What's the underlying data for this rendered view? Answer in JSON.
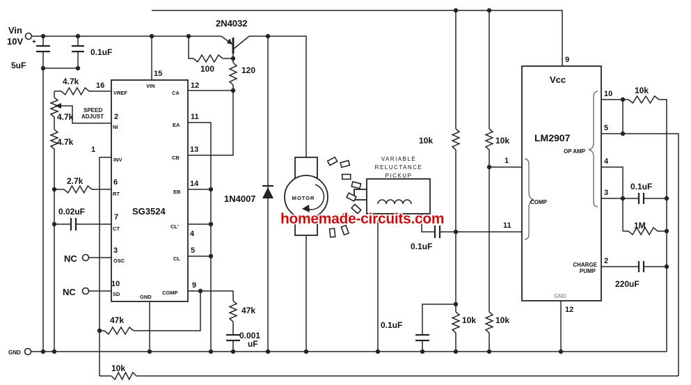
{
  "watermark": "homemade-circuits.com",
  "terminals": {
    "vin_name": "Vin",
    "vin_voltage": "10V",
    "gnd": "GND",
    "nc1": "NC",
    "nc2": "NC"
  },
  "parts": {
    "c_input_bulk": "5uF",
    "c_input_plus": "+",
    "c_input_bypass": "0.1uF",
    "r_vref": "4.7k",
    "r_pot": "4.7k",
    "r_pot_lower": "4.7k",
    "speed_adjust_line1": "SPEED",
    "speed_adjust_line2": "ADJUST",
    "r_rt": "2.7k",
    "c_ct": "0.02uF",
    "r_comp_fb": "47k",
    "r_comp_gnd": "47k",
    "c_comp_line1": "0.001",
    "c_comp_line2": "uF",
    "r_fb_bottom": "10k",
    "q_driver": "2N4032",
    "r_base_pullup": "100",
    "r_base_series": "120",
    "d_flyback": "1N4007",
    "motor": "MOTOR",
    "pickup_line1": "VARIABLE",
    "pickup_line2": "RELUCTANCE",
    "pickup_line3": "PICKUP",
    "c_couple": "0.1uF",
    "c_filter": "0.1uF",
    "r_div_top_left": "10k",
    "r_div_top_right": "10k",
    "r_div_bot_left": "10k",
    "r_div_bot_right": "10k",
    "r_opamp": "10k",
    "c_pin3": "0.1uF",
    "r_pin3": "1M",
    "c_pump": "220uF"
  },
  "sg3524": {
    "name": "SG3524",
    "pin15_num": "15",
    "pin15_name": "VIN",
    "pin16_num": "16",
    "pin16_name": "VREF",
    "pin2_num": "2",
    "pin2_name": "NI",
    "pin1_num": "1",
    "pin1_name": "INV",
    "pin6_num": "6",
    "pin6_name": "RT",
    "pin7_num": "7",
    "pin7_name": "CT",
    "pin3_num": "3",
    "pin3_name": "OSC",
    "pin10_num": "10",
    "pin10_name": "SD",
    "gnd_name": "GND",
    "pin12_num": "12",
    "pin12_name": "CA",
    "pin11_num": "11",
    "pin11_name": "EA",
    "pin13_num": "13",
    "pin13_name": "CB",
    "pin14_num": "14",
    "pin14_name": "EB",
    "pin4_num": "4",
    "pin4_name": "CL′",
    "pin5_num": "5",
    "pin5_name": "CL",
    "pin9_num": "9",
    "pin9_name": "COMP"
  },
  "lm2907": {
    "name": "LM2907",
    "vcc": "Vcc",
    "gnd": "GND",
    "pin9": "9",
    "pin10": "10",
    "pin5": "5",
    "pin4": "4",
    "pin3": "3",
    "pin2": "2",
    "pin1": "1",
    "pin11": "11",
    "pin12": "12",
    "opamp": "OP AMP",
    "comp": "COMP",
    "charge_line1": "CHARGE",
    "charge_line2": "PUMP"
  }
}
